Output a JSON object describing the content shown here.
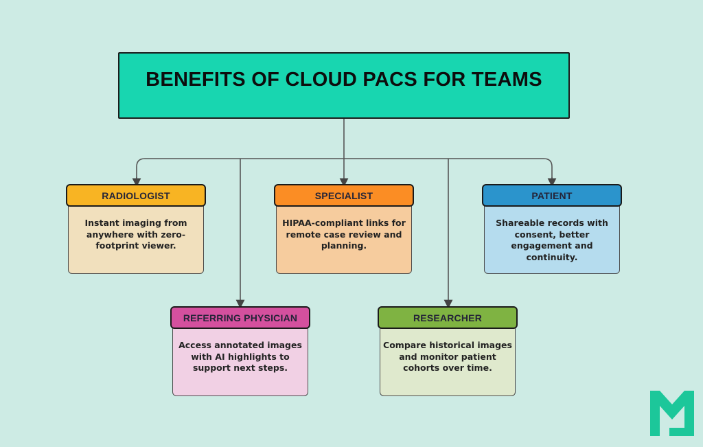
{
  "title": "BENEFITS OF CLOUD PACS FOR TEAMS",
  "colors": {
    "background": "#cdebe4",
    "title_box": "#18d6b0",
    "logo": "#1cc79a",
    "connector": "#555555"
  },
  "cards": [
    {
      "id": "radiologist",
      "label": "RADIOLOGIST",
      "description": "Instant imaging from anywhere with zero-footprint viewer.",
      "header_color": "#f8b423",
      "body_color": "#f1e0bd"
    },
    {
      "id": "specialist",
      "label": "SPECIALIST",
      "description": "HIPAA-compliant links for remote case review and planning.",
      "header_color": "#fb8d24",
      "body_color": "#f6cc9e"
    },
    {
      "id": "patient",
      "label": "PATIENT",
      "description": "Shareable records with consent, better engagement and continuity.",
      "header_color": "#2b94cc",
      "body_color": "#b5dcee"
    },
    {
      "id": "referring-physician",
      "label": "REFERRING PHYSICIAN",
      "description": "Access annotated images with AI highlights to support next steps.",
      "header_color": "#d4509e",
      "body_color": "#f1d0e4"
    },
    {
      "id": "researcher",
      "label": "RESEARCHER",
      "description": "Compare historical images and monitor patient cohorts over time.",
      "header_color": "#7fb342",
      "body_color": "#dfe9cd"
    }
  ],
  "logo": {
    "icon": "m-logo-icon"
  }
}
